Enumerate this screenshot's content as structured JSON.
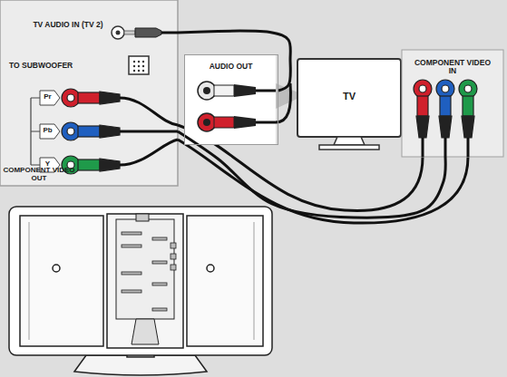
{
  "diagram": {
    "nodes": [
      {
        "text": [
          "TV AUDIO IN (TV 2)",
          "TO SUBWOOFER",
          "COMPONENT VIDEO OUT"
        ]
      },
      {
        "text": [
          "AUDIO OUT"
        ]
      },
      {
        "text": [
          "TV"
        ]
      },
      {
        "text": [
          "COMPONENT VIDEO IN"
        ]
      }
    ],
    "edges": [
      {
        "from": 0,
        "to": 1,
        "arrow": "none"
      },
      {
        "from": 0,
        "to": 3,
        "arrow": "none"
      }
    ],
    "labels": [
      "Pr",
      "Pb",
      "Y"
    ]
  }
}
